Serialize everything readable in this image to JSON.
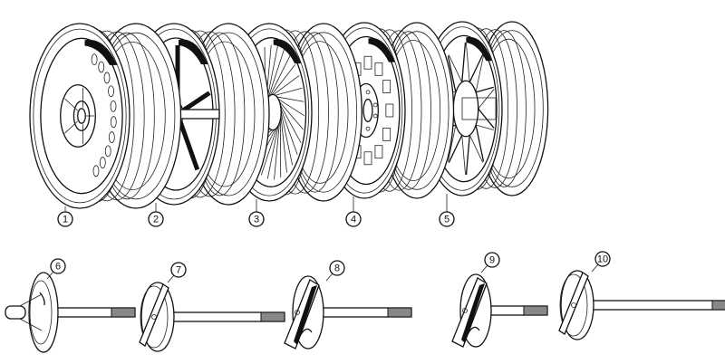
{
  "diagram": {
    "description": "Exploded parts illustration: road wheel types and spare wheel clamp assemblies",
    "wheels": [
      {
        "callout": "1",
        "type": "pressed steel disc wheel"
      },
      {
        "callout": "2",
        "type": "five-spoke wheel"
      },
      {
        "callout": "3",
        "type": "wire spoke wheel"
      },
      {
        "callout": "4",
        "type": "slotted alloy wheel"
      },
      {
        "callout": "5",
        "type": "multi-spoke alloy wheel"
      }
    ],
    "clamps": [
      {
        "callout": "6",
        "type": "dished washer clamp with threaded rod"
      },
      {
        "callout": "7",
        "type": "cross-bar clamp plate with rod"
      },
      {
        "callout": "8",
        "type": "angled bracket clamp with rod"
      },
      {
        "callout": "9",
        "type": "angled bracket clamp with short rod"
      },
      {
        "callout": "10",
        "type": "cross-bar clamp plate with long rod"
      }
    ]
  }
}
